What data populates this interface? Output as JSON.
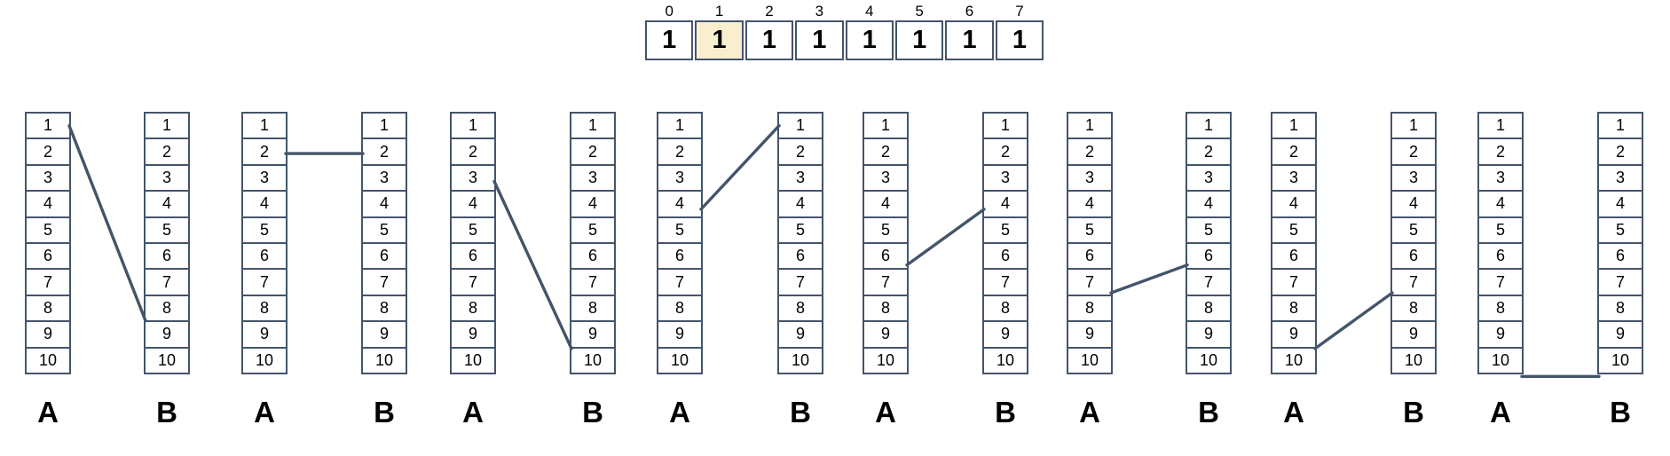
{
  "top_array": {
    "indices": [
      "0",
      "1",
      "2",
      "3",
      "4",
      "5",
      "6",
      "7"
    ],
    "values": [
      "1",
      "1",
      "1",
      "1",
      "1",
      "1",
      "1",
      "1"
    ],
    "highlighted_index": 1
  },
  "column_cells": [
    "1",
    "2",
    "3",
    "4",
    "5",
    "6",
    "7",
    "8",
    "9",
    "10"
  ],
  "pairs": [
    {
      "a_label": "A",
      "b_label": "B",
      "connection": {
        "from_a": 1,
        "to_b": 8
      }
    },
    {
      "a_label": "A",
      "b_label": "B",
      "connection": {
        "from_a": 2,
        "to_b": 2
      }
    },
    {
      "a_label": "A",
      "b_label": "B",
      "connection": {
        "from_a": 3,
        "to_b": 9
      }
    },
    {
      "a_label": "A",
      "b_label": "B",
      "connection": {
        "from_a": 4,
        "to_b": 1
      }
    },
    {
      "a_label": "A",
      "b_label": "B",
      "connection": {
        "from_a": 6,
        "to_b": 4
      }
    },
    {
      "a_label": "A",
      "b_label": "B",
      "connection": {
        "from_a": 7,
        "to_b": 6
      }
    },
    {
      "a_label": "A",
      "b_label": "B",
      "connection": {
        "from_a": 9,
        "to_b": 7
      }
    },
    {
      "a_label": "A",
      "b_label": "B",
      "connection": {
        "from_a": 10,
        "to_b": 10
      }
    }
  ],
  "colors": {
    "border": "#44546A",
    "connection_line": "#44546A",
    "highlight_fill": "#F9EFCF",
    "text": "#000000"
  }
}
